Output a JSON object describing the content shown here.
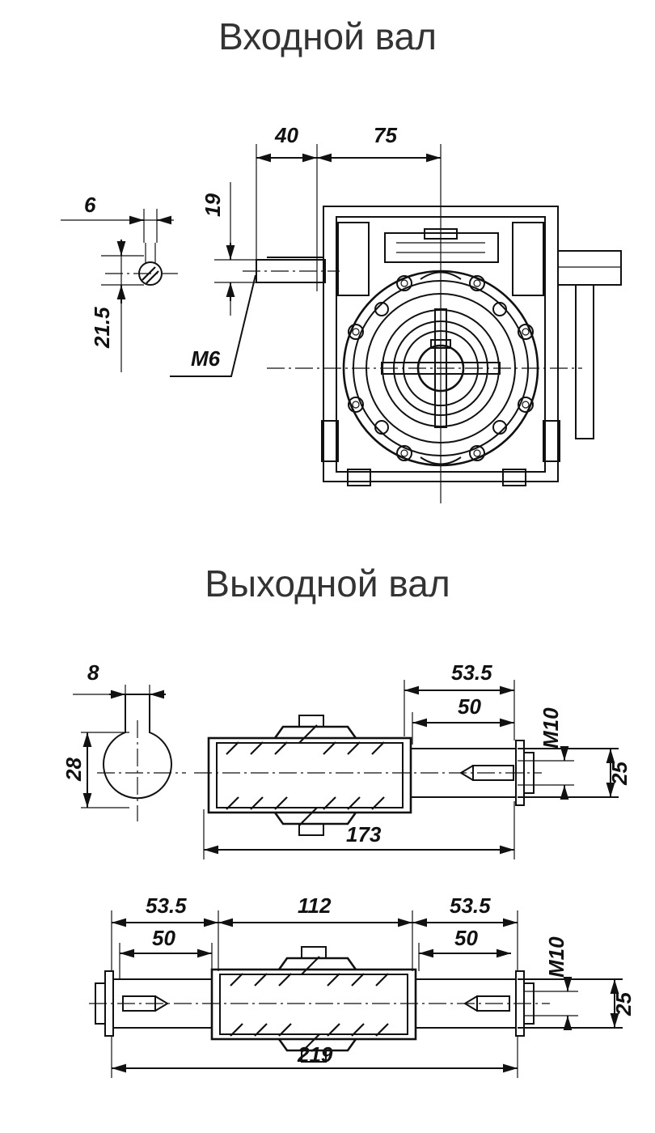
{
  "titles": {
    "input_shaft": "Входной вал",
    "output_shaft": "Выходной вал"
  },
  "input_shaft_dims": {
    "d40": "40",
    "d75": "75",
    "d6": "6",
    "d19": "19",
    "d21_5": "21.5",
    "m6": "M6"
  },
  "output_single_dims": {
    "d8": "8",
    "d28": "28",
    "d53_5": "53.5",
    "d50": "50",
    "m10": "M10",
    "d25": "25",
    "d173": "173"
  },
  "output_double_dims": {
    "d53_5_left": "53.5",
    "d112": "112",
    "d53_5_right": "53.5",
    "d50_left": "50",
    "d50_right": "50",
    "m10": "M10",
    "d25": "25",
    "d219": "219"
  }
}
